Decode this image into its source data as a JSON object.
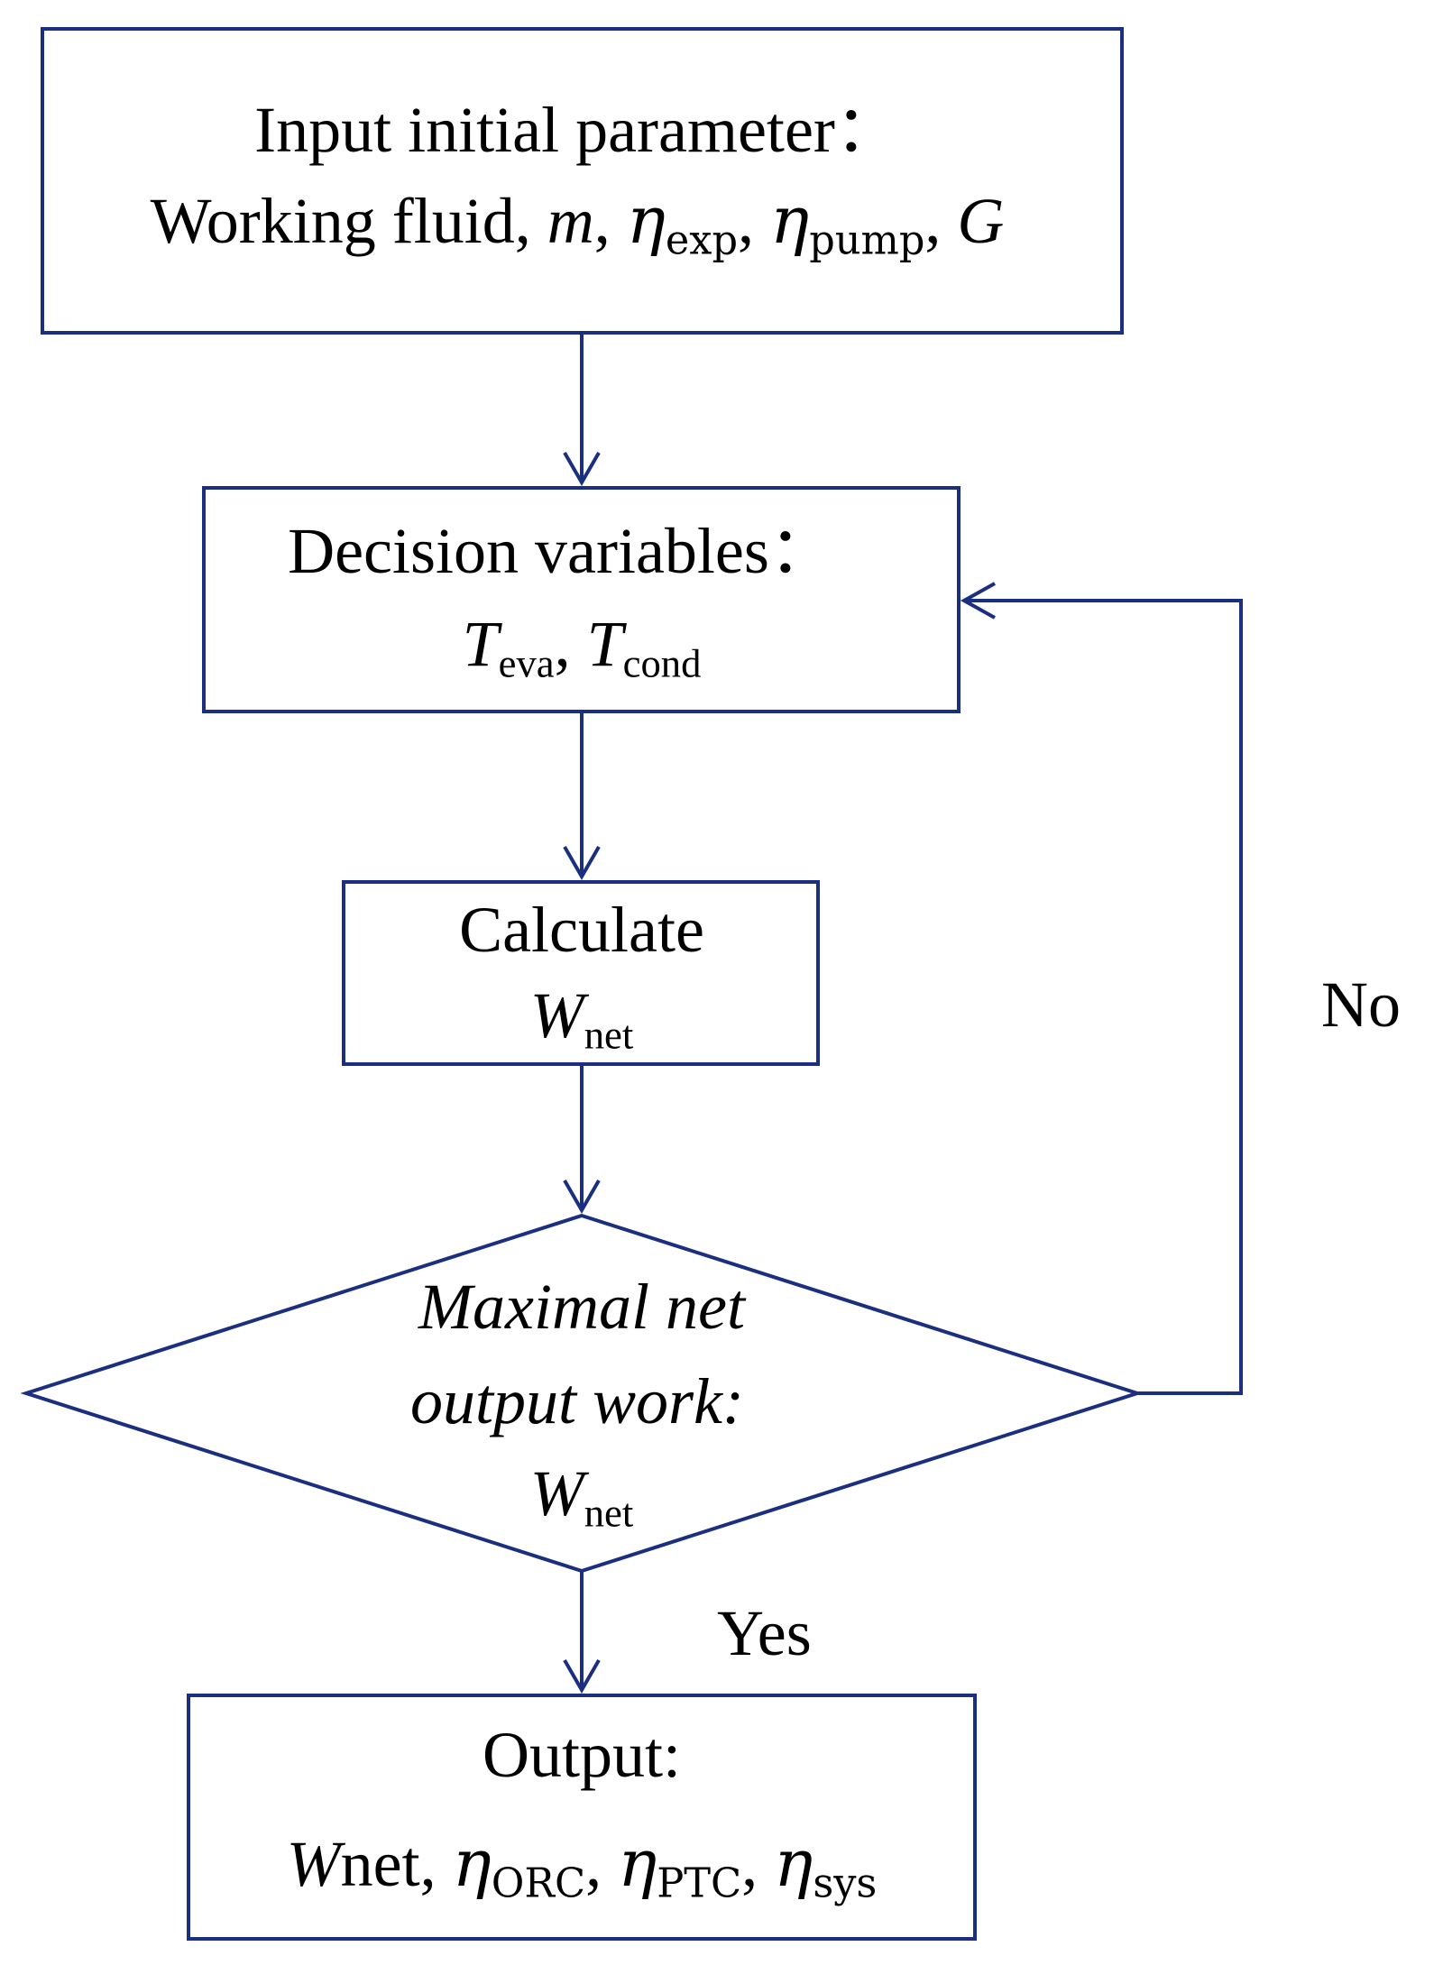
{
  "colors": {
    "stroke": "#1b2f80",
    "text": "#000000",
    "background": "#ffffff"
  },
  "input_box": {
    "line1": "Input initial parameter：",
    "line2_prefix": "Working fluid, ",
    "m": "m",
    "sep": ", ",
    "eta": "η",
    "exp_sub": "exp",
    "pump_sub": "pump",
    "G": "G"
  },
  "decision_box": {
    "line1": "Decision variables：",
    "T": "T",
    "eva_sub": "eva",
    "sep": ", ",
    "cond_sub": "cond"
  },
  "calc_box": {
    "line1": "Calculate",
    "W": "W",
    "net_sub": "net"
  },
  "diamond": {
    "line1": "Maximal net",
    "line2": "output work:",
    "W": "W",
    "net_sub": "net"
  },
  "labels": {
    "no": "No",
    "yes": "Yes"
  },
  "output_box": {
    "line1": "Output:",
    "W": "W",
    "net_text": "net, ",
    "eta": "η",
    "orc_sub": "ORC",
    "ptc_sub": "PTC",
    "sys_sub": "sys",
    "sep": ", "
  }
}
